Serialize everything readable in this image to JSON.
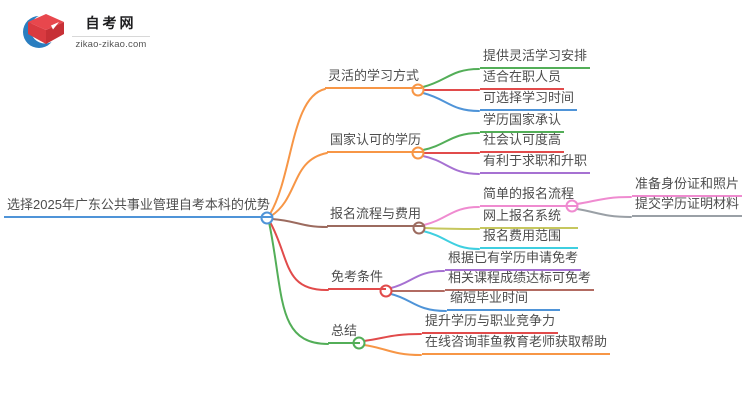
{
  "logo": {
    "title": "自考网",
    "domain": "zikao-zikao.com",
    "crescent_color": "#2a7ec0",
    "cap_color": "#e8474d"
  },
  "mindmap": {
    "root": {
      "label": "选择2025年广东公共事业管理自考本科的优势",
      "color": "#4f94d8"
    },
    "branches": [
      {
        "label": "灵活的学习方式",
        "color": "#f79646",
        "children": [
          {
            "label": "提供灵活学习安排",
            "color": "#53ae58"
          },
          {
            "label": "适合在职人员",
            "color": "#e14b4b"
          },
          {
            "label": "可选择学习时间",
            "color": "#4f94d8"
          }
        ]
      },
      {
        "label": "国家认可的学历",
        "color": "#f79646",
        "children": [
          {
            "label": "学历国家承认",
            "color": "#53ae58"
          },
          {
            "label": "社会认可度高",
            "color": "#e14b4b"
          },
          {
            "label": "有利于求职和升职",
            "color": "#a671d2"
          }
        ]
      },
      {
        "label": "报名流程与费用",
        "color": "#9c6b5f",
        "children": [
          {
            "label": "简单的报名流程",
            "color": "#ef8bd0",
            "children": [
              {
                "label": "准备身份证和照片",
                "color": "#ef8bd0"
              },
              {
                "label": "提交学历证明材料",
                "color": "#9aa0a6"
              }
            ]
          },
          {
            "label": "网上报名系统",
            "color": "#c6c75e"
          },
          {
            "label": "报名费用范围",
            "color": "#3fcfe0"
          }
        ]
      },
      {
        "label": "免考条件",
        "color": "#e14b4b",
        "children": [
          {
            "label": "根据已有学历申请免考",
            "color": "#a671d2"
          },
          {
            "label": "相关课程成绩达标可免考",
            "color": "#b26b62"
          },
          {
            "label": "缩短毕业时间",
            "color": "#4f94d8"
          }
        ]
      },
      {
        "label": "总结",
        "color": "#53ae58",
        "children": [
          {
            "label": "提升学历与职业竞争力",
            "color": "#e14b4b"
          },
          {
            "label": "在线咨询菲鱼教育老师获取帮助",
            "color": "#f79646"
          }
        ]
      }
    ]
  }
}
